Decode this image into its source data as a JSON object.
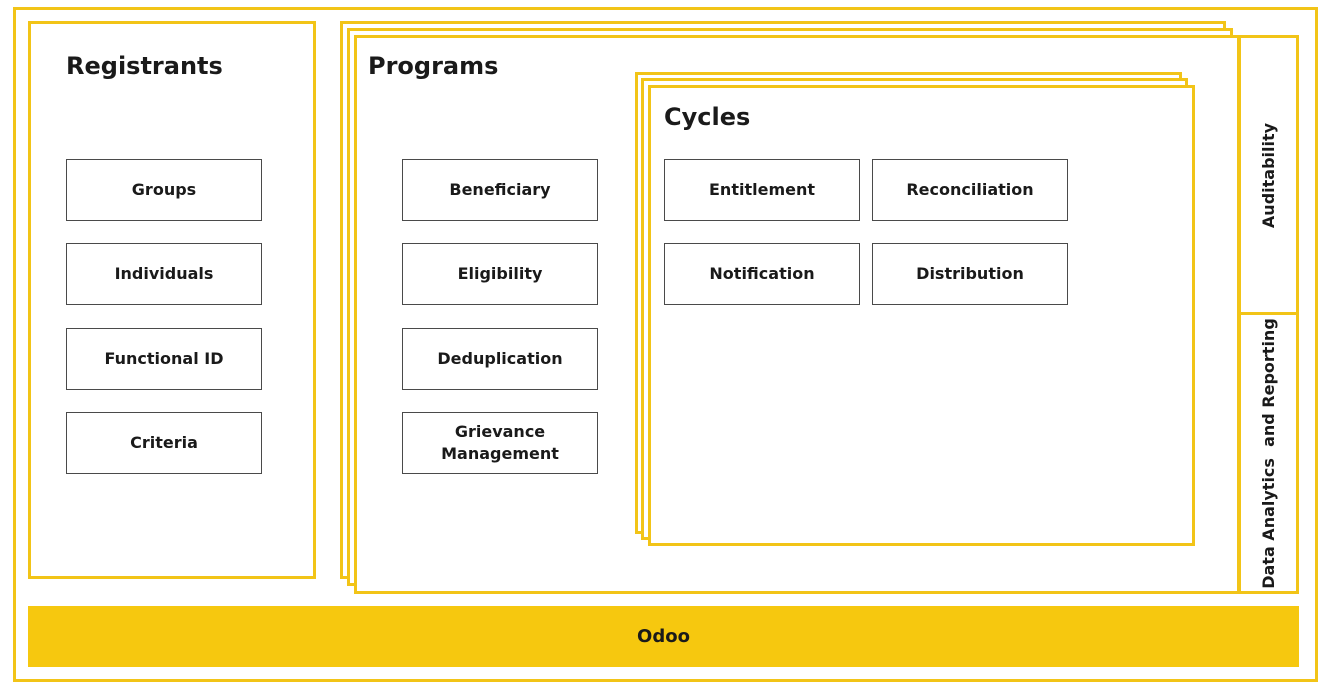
{
  "registrants": {
    "title": "Registrants",
    "items": [
      "Groups",
      "Individuals",
      "Functional ID",
      "Criteria"
    ]
  },
  "programs": {
    "title": "Programs",
    "items": [
      "Beneficiary",
      "Eligibility",
      "Deduplication",
      "Grievance\nManagement"
    ]
  },
  "cycles": {
    "title": "Cycles",
    "items": [
      "Entitlement",
      "Reconciliation",
      "Notification",
      "Distribution"
    ]
  },
  "side": {
    "auditability": "Auditability",
    "analytics": "Data Analytics  and Reporting"
  },
  "base": {
    "label": "Odoo"
  },
  "colors": {
    "accent": "#f2c417",
    "base_fill": "#f6c80f"
  }
}
